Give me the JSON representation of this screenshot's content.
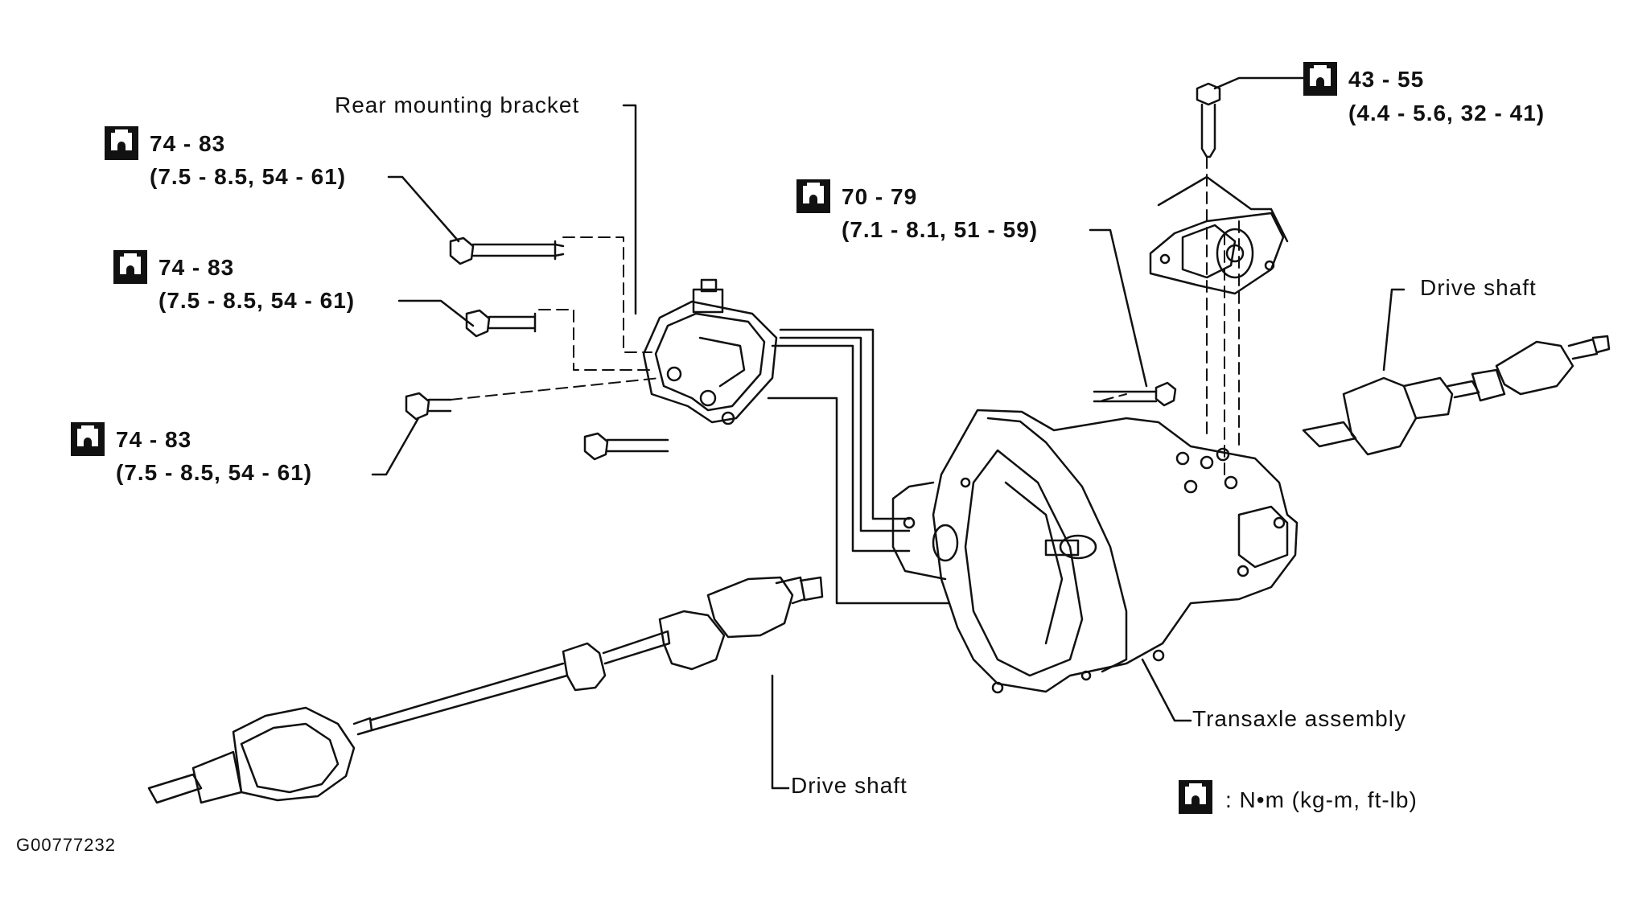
{
  "labels": {
    "rear_mounting_bracket": "Rear mounting bracket",
    "drive_shaft_right": "Drive shaft",
    "drive_shaft_left": "Drive shaft",
    "transaxle_assembly": "Transaxle assembly",
    "legend_units": ":  N•m (kg-m, ft-lb)",
    "figure_id": "G00777232"
  },
  "torque_specs": [
    {
      "nm": "74 - 83",
      "alt": "(7.5 - 8.5, 54 - 61)"
    },
    {
      "nm": "74 - 83",
      "alt": "(7.5 - 8.5, 54 - 61)"
    },
    {
      "nm": "74 - 83",
      "alt": "(7.5 - 8.5, 54 - 61)"
    },
    {
      "nm": "70 - 79",
      "alt": "(7.1 - 8.1, 51 - 59)"
    },
    {
      "nm": "43 - 55",
      "alt": "(4.4 - 5.6, 32 - 41)"
    }
  ],
  "icons": {
    "torque": "torque-wrench-icon"
  },
  "colors": {
    "ink": "#111111",
    "background": "#ffffff"
  }
}
